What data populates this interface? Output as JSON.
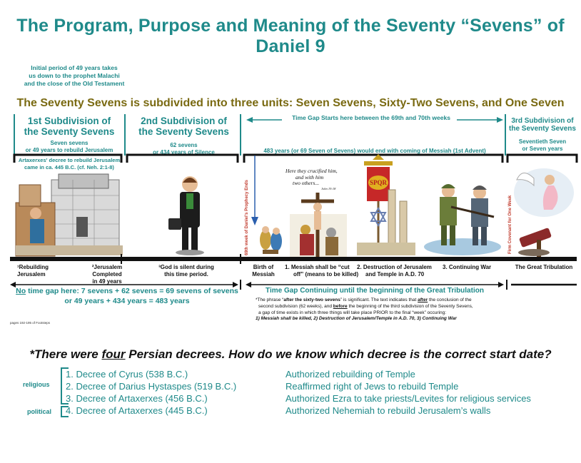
{
  "title": "The Program, Purpose and Meaning of the Seventy “Sevens” of Daniel 9",
  "intro": [
    "Initial period of 49 years takes",
    "us down to the prophet Malachi",
    "and the close of the Old Testament"
  ],
  "subtitle": "The Seventy Sevens is subdivided into three units:  Seven Sevens, Sixty-Two Sevens, and One Seven",
  "time_gap_top": "Time Gap Starts here between the 69th and 70th weeks",
  "subdivisions": [
    {
      "heading": [
        "1st Subdivision of",
        "the Seventy Sevens"
      ],
      "desc": [
        "Seven sevens",
        "or 49 years to rebuild Jerusalem"
      ]
    },
    {
      "heading": [
        "2nd Subdivision of",
        "the Seventy Sevens"
      ],
      "desc": [
        "62 sevens",
        "or 434 years of Silence"
      ]
    },
    {
      "heading": [
        "3rd Subdivision of",
        "the Seventy Sevens"
      ],
      "desc": [
        "Seventieth Seven",
        "or Seven years"
      ]
    }
  ],
  "artaxerxes_note": [
    "Artaxerxes' decree to rebuild Jerusalem",
    "came in ca. 445 B.C. (cf. Neh. 2:1-8)"
  ],
  "messiah_note": "483 years (or 69 Seven of Sevens) would end with coming of Messiah (1st Advent)",
  "vertical_69": "69th week of Daniel's Prophecy Ends",
  "vertical_covenant": "Firm Covenant for One Week",
  "crucifixion_caption": [
    "Here they crucified him,",
    "and with him",
    "two others..."
  ],
  "crucifixion_ref": "John 19:18",
  "spqr": "SPQR",
  "timeline_labels": {
    "rebuilding": [
      "¹Rebuilding",
      "Jerusalem"
    ],
    "completed": [
      "²Jerusalem",
      "Completed",
      "in 49 years"
    ],
    "silent": [
      "³God is silent during",
      "this time period."
    ],
    "birth": [
      "Birth of",
      "Messiah"
    ],
    "killed": [
      "1.  Messiah shall be “cut",
      "off” (means to be killed)"
    ],
    "destruction": [
      "2.  Destruction of Jerusalem",
      "and Temple in A.D. 70"
    ],
    "war": "3.  Continuing War",
    "tribulation": "The Great Tribulation"
  },
  "no_gap_lead": "No",
  "no_gap": [
    " time gap here: 7 sevens + 62 sevens = 69 sevens of sevens",
    "or 49 years + 434 years = 483 years"
  ],
  "time_gap_bottom": "Time Gap Continuing until the beginning of the Great Tribulation",
  "footnote": {
    "l1a": "*The phrase “",
    "l1b": "after the sixty-two sevens",
    "l1c": "” is significant.  The text indicates that ",
    "l1d": "after",
    "l1e": " the conclusion of the",
    "l2a": "second subdivision (62 weeks), and ",
    "l2b": "before",
    "l2c": " the beginning of the third subdivision of the Seventy Sevens,",
    "l3": "a gap of time exists in which three things will take place PRIOR to the final “week” occuring:",
    "l4": "1)  Messiah shall be killed,  2)  Destruction of Jerusalem/Temple in A.D. 70,  3) Continuing War"
  },
  "pages_note": "pages 192-195 of Footsteps",
  "question": {
    "a": "*There were ",
    "b": "four",
    "c": " Persian decrees.  How do we know which decree is the correct start date?"
  },
  "sides": {
    "religious": "religious",
    "political": "political"
  },
  "decrees": [
    {
      "num": "1.",
      "name": "Decree of Cyrus (538 B.C.)",
      "desc": "Authorized rebuilding of Temple"
    },
    {
      "num": "2.",
      "name": "Decree of Darius Hystaspes (519 B.C.)",
      "desc": "Reaffirmed right of Jews to rebuild Temple"
    },
    {
      "num": "3.",
      "name": "Decree of Artaxerxes (456 B.C.)",
      "desc": "Authorized Ezra to take priests/Levites for religious services"
    },
    {
      "num": "4.",
      "name": "Decree of Artaxerxes (445 B.C.)",
      "desc": "Authorized Nehemiah to rebuild Jerusalem’s walls"
    }
  ],
  "colors": {
    "teal": "#1f8a8a",
    "olive": "#7a6a12",
    "red": "#c0392b",
    "black": "#111111"
  }
}
